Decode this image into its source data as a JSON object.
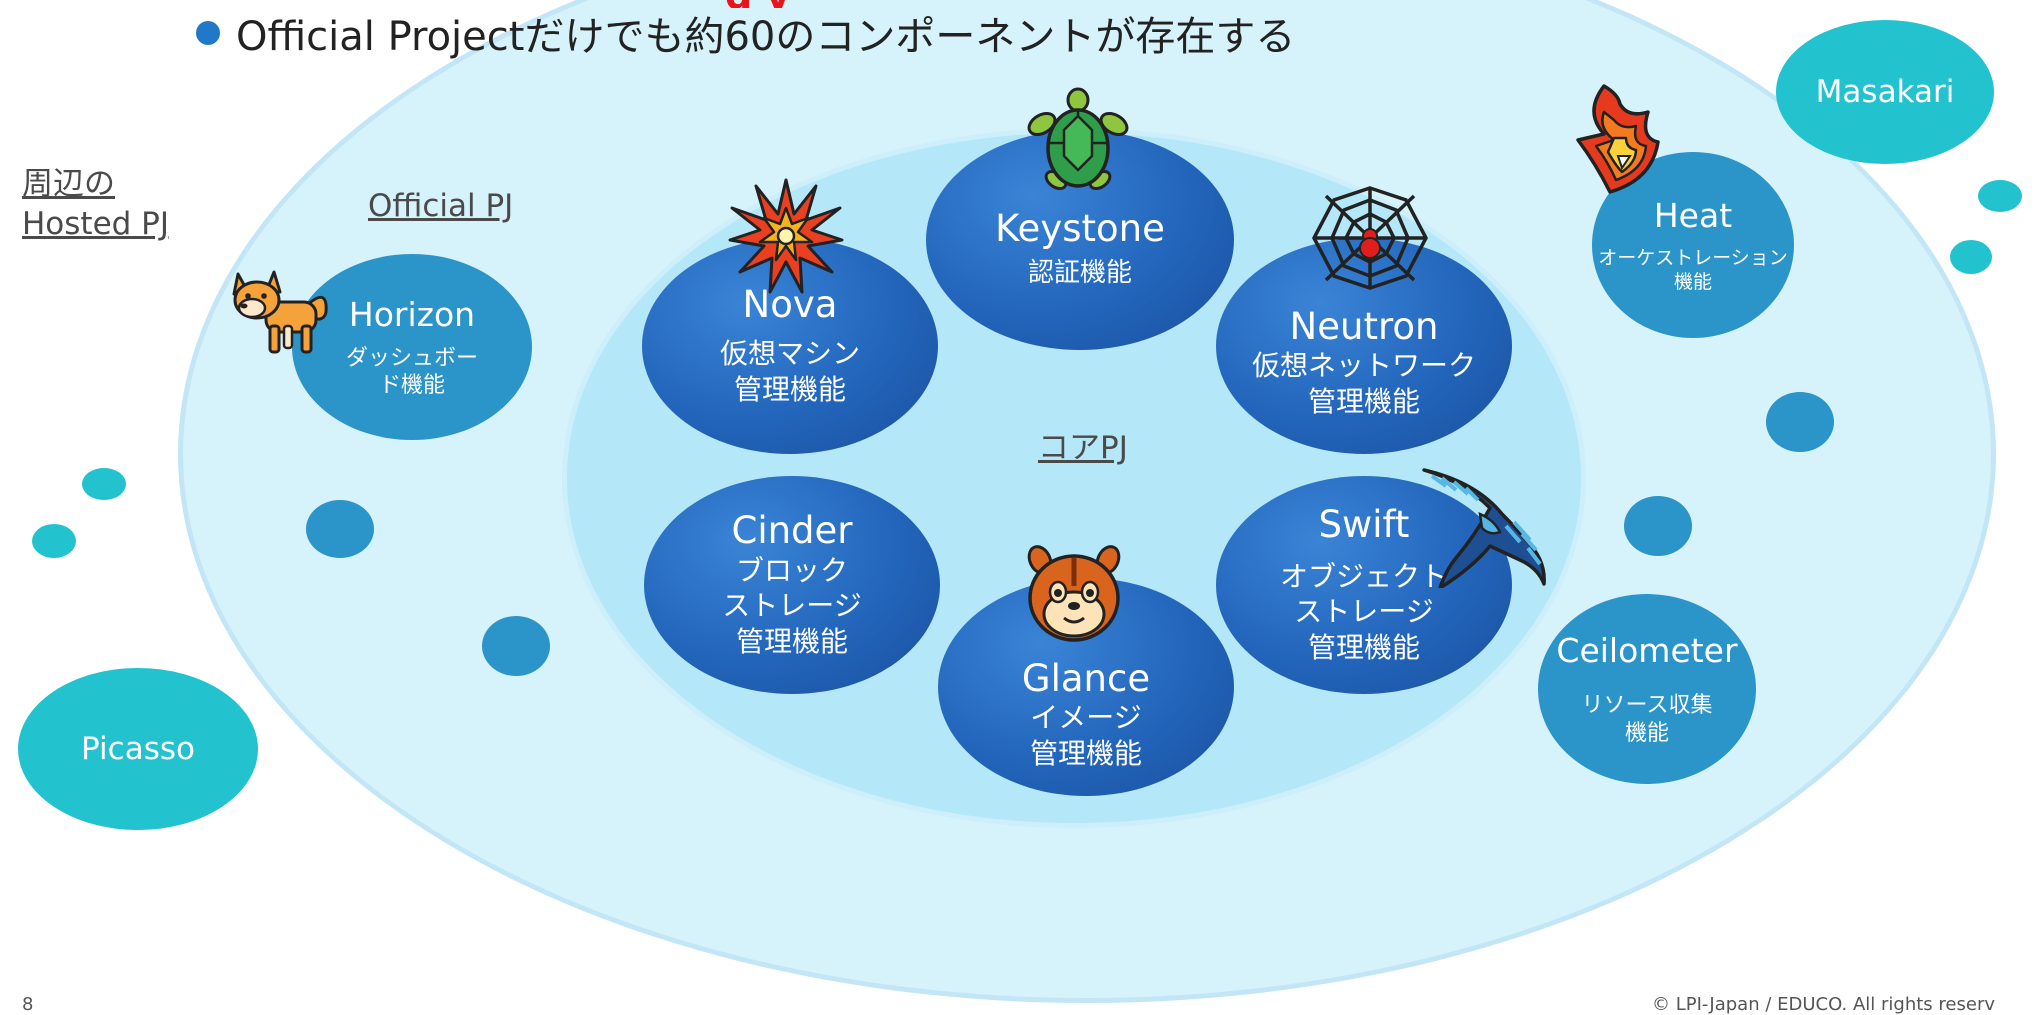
{
  "header": {
    "bullet_text": "Official Projectだけでも約60のコンポーネントが存在する",
    "clipped_heading": "g y"
  },
  "labels": {
    "surrounding": "周辺の",
    "hosted": "Hosted PJ",
    "official": "Official PJ",
    "core": "コアPJ"
  },
  "core_projects": {
    "keystone": {
      "name": "Keystone",
      "desc": "認証機能"
    },
    "nova": {
      "name": "Nova",
      "desc1": "仮想マシン",
      "desc2": "管理機能"
    },
    "neutron": {
      "name": "Neutron",
      "desc1": "仮想ネットワーク",
      "desc2": "管理機能"
    },
    "cinder": {
      "name": "Cinder",
      "desc1": "ブロック",
      "desc2": "ストレージ",
      "desc3": "管理機能"
    },
    "glance": {
      "name": "Glance",
      "desc1": "イメージ",
      "desc2": "管理機能"
    },
    "swift": {
      "name": "Swift",
      "desc1": "オブジェクト",
      "desc2": "ストレージ",
      "desc3": "管理機能"
    }
  },
  "official_projects": {
    "horizon": {
      "name": "Horizon",
      "desc1": "ダッシュボー",
      "desc2": "ド機能"
    },
    "heat": {
      "name": "Heat",
      "desc1": "オーケストレーション",
      "desc2": "機能"
    },
    "ceilometer": {
      "name": "Ceilometer",
      "desc1": "リソース収集",
      "desc2": "機能"
    }
  },
  "hosted_projects": {
    "masakari": "Masakari",
    "picasso": "Picasso"
  },
  "footer": {
    "page_number": "8",
    "copyright": "© LPI-Japan / EDUCO. All rights reserv"
  },
  "icons": [
    "turtle-icon",
    "starburst-icon",
    "spider-web-icon",
    "shiba-dog-icon",
    "flame-icon",
    "swallow-bird-icon",
    "chipmunk-icon"
  ],
  "colors": {
    "core_blue": "#2265bb",
    "mid_blue": "#2b94c9",
    "hosted_teal": "#22c2cf",
    "outer_ellipse": "#d6f2fb",
    "inner_ellipse": "#b4e7f8",
    "heading_red": "#e8141a"
  }
}
